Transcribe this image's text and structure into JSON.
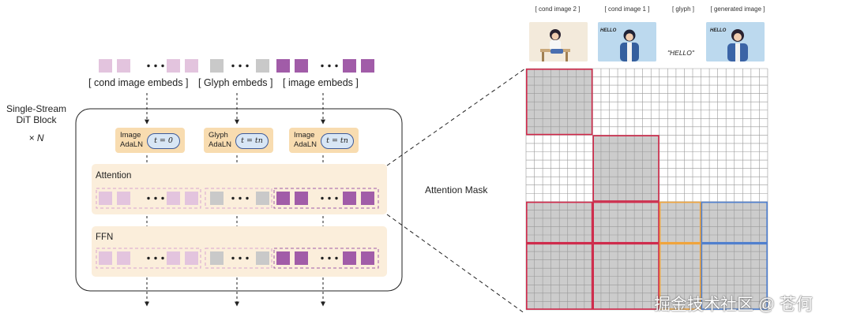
{
  "block": {
    "title_line1": "Single-Stream",
    "title_line2": "DiT Block",
    "times": "× N"
  },
  "top_groups": {
    "cond_label": "[ cond image embeds ]",
    "glyph_label": "[ Glyph embeds ]",
    "image_label": "[ image embeds ]",
    "ellipsis": "• • •"
  },
  "adaln": [
    {
      "line1": "Image",
      "line2": "AdaLN",
      "t": "t = 0"
    },
    {
      "line1": "Glyph",
      "line2": "AdaLN",
      "t": "t = tn"
    },
    {
      "line1": "Image",
      "line2": "AdaLN",
      "t": "t = tn"
    }
  ],
  "stages": {
    "attention": "Attention",
    "ffn": "FFN"
  },
  "mask": {
    "label": "Attention Mask",
    "columns": [
      {
        "label": "[ cond image 2 ]"
      },
      {
        "label": "[ cond image 1 ]",
        "thumb_text": "HELLO"
      },
      {
        "label": "[ glyph ]",
        "glyph_text": "\"HELLO\""
      },
      {
        "label": "[ generated image ]",
        "thumb_text": "HELLO"
      }
    ]
  },
  "watermark": "掘金技术社区 @ 苍何",
  "colors": {
    "cond": "#e3c4de",
    "glyph": "#c9c9c9",
    "image": "#a15ca8",
    "adaln": "#f8dcb0",
    "pill": "#d8e6f5",
    "stage_bg": "#fbeedb",
    "mask_gray": "#cccccc",
    "red": "#d0294a",
    "orange": "#f2a43a",
    "blue": "#4f7fcf"
  }
}
